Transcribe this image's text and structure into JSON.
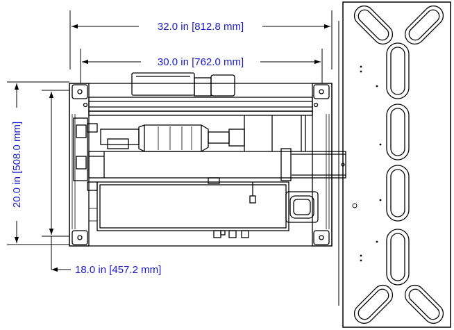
{
  "dimensions": {
    "overall_width": "32.0 in [812.8 mm]",
    "inner_width": "30.0 in [762.0 mm]",
    "overall_height": "20.0 in [508.0 mm]",
    "inner_height": "18.0 in [457.2 mm]"
  },
  "colors": {
    "dimension_text": "#1a1acc",
    "linework": "#000000",
    "background": "#ffffff"
  }
}
